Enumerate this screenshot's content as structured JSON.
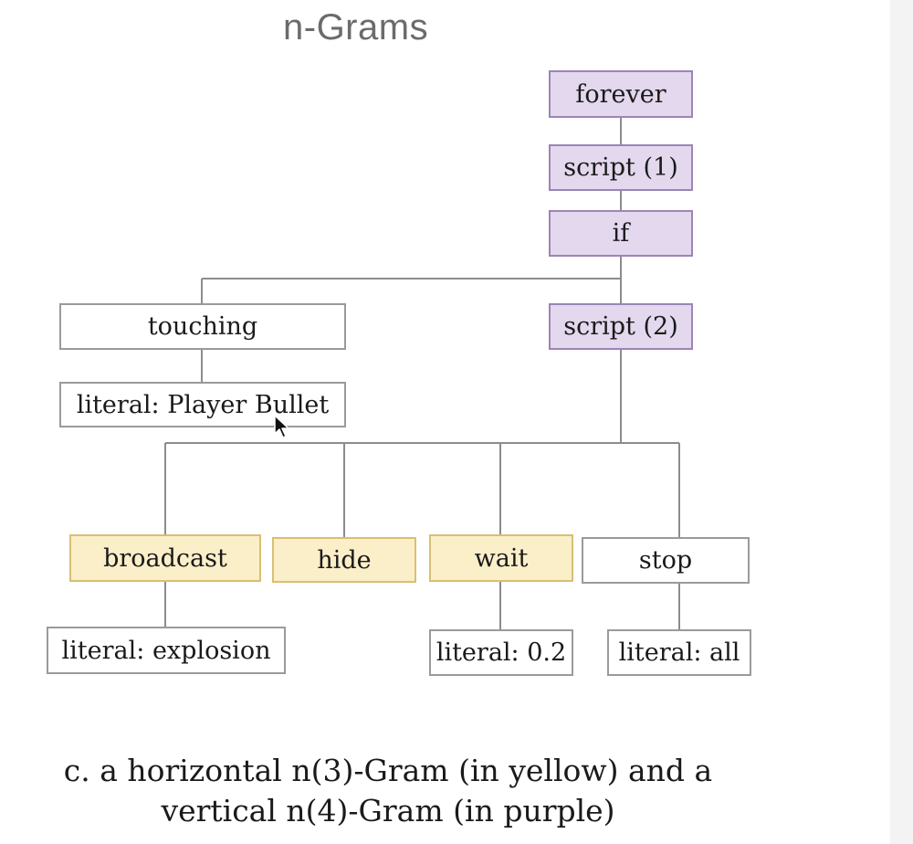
{
  "title": "n-Grams",
  "nodes": {
    "forever": "forever",
    "script1": "script (1)",
    "if": "if",
    "touching": "touching",
    "script2": "script (2)",
    "literal_player_bullet": "literal: Player Bullet",
    "broadcast": "broadcast",
    "hide": "hide",
    "wait": "wait",
    "stop": "stop",
    "literal_explosion": "literal: explosion",
    "literal_wait": "literal: 0.2",
    "literal_all": "literal: all"
  },
  "caption": {
    "line1": "c. a horizontal n(3)-Gram (in yellow) and a",
    "line2": "vertical n(4)-Gram (in purple)"
  },
  "colors": {
    "purple_fill": "#e3d8ee",
    "yellow_fill": "#fbefc9",
    "plain_fill": "#ffffff"
  }
}
